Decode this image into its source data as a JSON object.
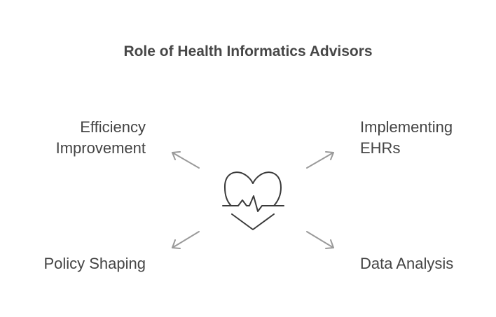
{
  "title": "Role of Health Informatics Advisors",
  "center": {
    "icon": "heart-pulse-icon"
  },
  "items": [
    {
      "id": "efficiency",
      "lines": [
        "Efficiency",
        "Improvement"
      ],
      "position": "top-left",
      "arrow_icon": "arrow-up-left-icon"
    },
    {
      "id": "ehrs",
      "lines": [
        "Implementing",
        "EHRs"
      ],
      "position": "top-right",
      "arrow_icon": "arrow-up-right-icon"
    },
    {
      "id": "policy",
      "lines": [
        "Policy Shaping"
      ],
      "position": "bottom-left",
      "arrow_icon": "arrow-down-left-icon"
    },
    {
      "id": "data",
      "lines": [
        "Data Analysis"
      ],
      "position": "bottom-right",
      "arrow_icon": "arrow-down-right-icon"
    }
  ],
  "colors": {
    "text": "#444444",
    "title": "#474747",
    "stroke": "#3a3a3a",
    "arrow": "#9a9a9a",
    "background": "#ffffff"
  }
}
